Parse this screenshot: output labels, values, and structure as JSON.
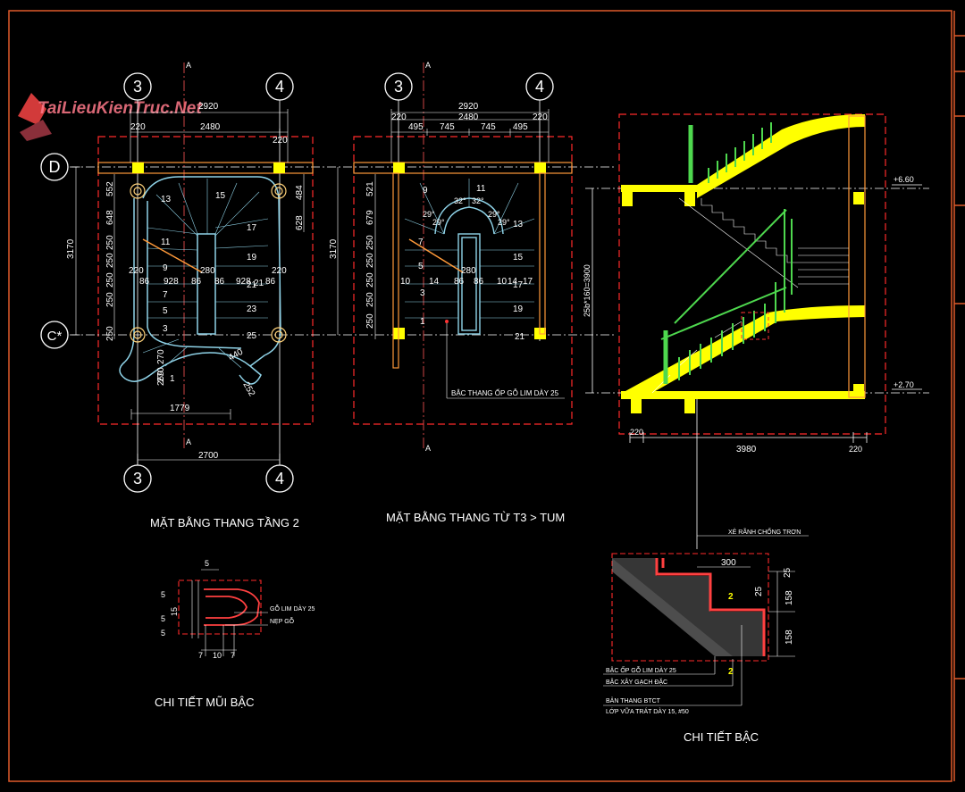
{
  "watermark": "TaiLieuKienTruc.Net",
  "axes": {
    "c3": "3",
    "c4": "4",
    "rD": "D",
    "rC": "C*",
    "sec": "A"
  },
  "titles": {
    "plan2": "MẶT BẰNG THANG  TẦNG 2",
    "plan3": "MẶT BẰNG THANG TỪ T3 > TUM",
    "nosing": "CHI TIẾT MŨI BẬC",
    "step": "CHI TIẾT BẬC"
  },
  "plan1": {
    "d_top": "2920",
    "d_inner": "2480",
    "d_220a": "220",
    "d_220b": "220",
    "d_bottom": "2700",
    "d_1779": "1779",
    "d_3170": "3170",
    "side_left": [
      "552",
      "648",
      "250",
      "250",
      "250",
      "250",
      "250"
    ],
    "side_right": [
      "484",
      "628"
    ],
    "mid_row": [
      "86",
      "928",
      "86",
      "86",
      "928",
      "86"
    ],
    "mid_220a": "220",
    "mid_220b": "220",
    "mid_280": "280",
    "mid_21": "21",
    "d_440": "440",
    "d_252": "252",
    "d_270a": "270",
    "d_270b": "270",
    "d_269": "269",
    "steps": [
      "1",
      "3",
      "5",
      "7",
      "9",
      "11",
      "13",
      "15",
      "17",
      "19",
      "21",
      "23",
      "25"
    ]
  },
  "plan2": {
    "d_top": "2920",
    "d_inner": "2480",
    "d_220a": "220",
    "d_220b": "220",
    "segs": [
      "495",
      "745",
      "745",
      "495"
    ],
    "d_3170": "3170",
    "side_left": [
      "521",
      "679",
      "250",
      "250",
      "250",
      "250",
      "250"
    ],
    "angles": [
      "29°",
      "29°",
      "32°",
      "32°",
      "29°",
      "29°"
    ],
    "mid_row": [
      "10",
      "14",
      "86",
      "86",
      "10",
      "14",
      "17"
    ],
    "mid_280": "280",
    "steps": [
      "1",
      "3",
      "5",
      "7",
      "9",
      "11",
      "13",
      "15",
      "17",
      "19",
      "21"
    ],
    "leader": "BẬC THANG ỐP GỖ LIM DÀY 25"
  },
  "section": {
    "lvl_top": "+6.60",
    "lvl_bot": "+2.70",
    "height": "25b*160=3900",
    "d_220a": "220",
    "d_3980": "3980",
    "d_220b": "220"
  },
  "nosing": {
    "dims": [
      "5",
      "5",
      "5",
      "5",
      "15",
      "7",
      "10",
      "7"
    ],
    "label1": "GỖ LIM DÀY 25",
    "label2": "NẸP GỖ"
  },
  "step": {
    "top_label": "XẺ RÃNH CHỐNG TRƠN",
    "d_300": "300",
    "d_25a": "25",
    "d_25b": "25",
    "d_158a": "158",
    "d_158b": "158",
    "mark": "2",
    "notes": [
      "BẬC ỐP GỖ LIM DÀY 25",
      "BẬC XÂY GẠCH ĐẶC",
      "BẢN THANG BTCT",
      "LỚP VỮA TRÁT DÀY 15, #50"
    ]
  },
  "colors": {
    "frame": "#e05a2a",
    "dim": "#ffffff",
    "hidden": "#ff2a2a",
    "cyan": "#8fd3e8",
    "yellow": "#ffff00",
    "green": "#4ed84e"
  }
}
